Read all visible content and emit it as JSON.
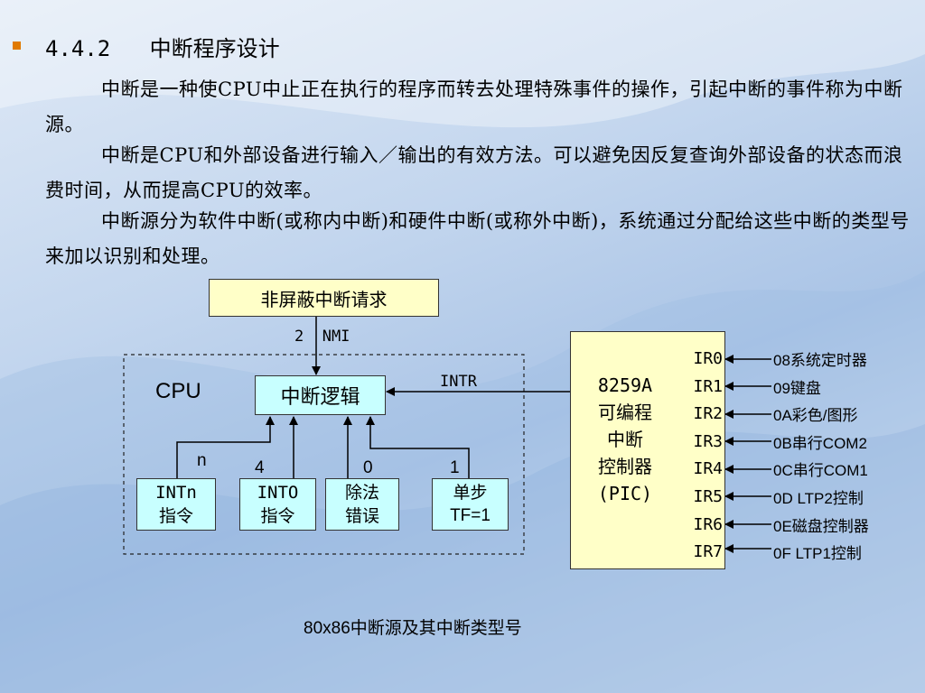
{
  "heading": {
    "number": "4.4.2",
    "title": "中断程序设计"
  },
  "paragraphs": [
    "中断是一种使CPU中止正在执行的程序而转去处理特殊事件的操作，引起中断的事件称为中断源。",
    "中断是CPU和外部设备进行输入／输出的有效方法。可以避免因反复查询外部设备的状态而浪费时间，从而提高CPU的效率。",
    "中断源分为软件中断(或称内中断)和硬件中断(或称外中断)，系统通过分配给这些中断的类型号来加以识别和处理。"
  ],
  "diagram": {
    "nmi_box": "非屏蔽中断请求",
    "nmi_label": "2  NMI",
    "cpu_label": "CPU",
    "logic_box": "中断逻辑",
    "intr_label": "INTR",
    "sources": [
      {
        "type_no": "n",
        "line1": "INTn",
        "line2": "指令"
      },
      {
        "type_no": "4",
        "line1": "INTO",
        "line2": "指令"
      },
      {
        "type_no": "0",
        "line1": "除法",
        "line2": "错误"
      },
      {
        "type_no": "1",
        "line1": "单步",
        "line2": "TF=1"
      }
    ],
    "pic": {
      "line1": "8259A",
      "line2": "可编程",
      "line3": "中断",
      "line4": "控制器",
      "line5": "(PIC)",
      "inputs": [
        "IR0",
        "IR1",
        "IR2",
        "IR3",
        "IR4",
        "IR5",
        "IR6",
        "IR7"
      ]
    },
    "devices": [
      "08系统定时器",
      "09键盘",
      "0A彩色/图形",
      "0B串行COM2",
      "0C串行COM1",
      "0D LTP2控制",
      "0E磁盘控制器",
      "0F LTP1控制"
    ],
    "caption": "80x86中断源及其中断类型号"
  }
}
